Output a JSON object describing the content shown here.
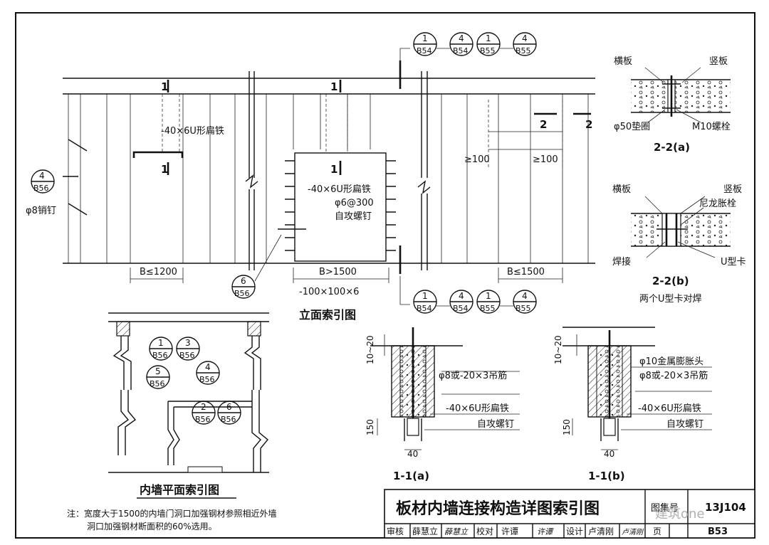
{
  "title_block": {
    "title": "板材内墙连接构造详图索引图",
    "atlas_label": "图集号",
    "atlas_no": "13J104",
    "page_label": "页",
    "page_no": "B53",
    "roles": [
      {
        "role": "审核",
        "name": "薛慧立",
        "sign": "薛慧立"
      },
      {
        "role": "校对",
        "name": "许谭",
        "sign": "许谭"
      },
      {
        "role": "设计",
        "name": "卢清刚",
        "sign": "卢清刚"
      }
    ],
    "watermark": "建筑one"
  },
  "elevation": {
    "caption": "立面索引图",
    "section_mark": "1",
    "section_mark_2": "2",
    "labels": {
      "u_iron_left": "-40×6U形扁铁",
      "pin_nail": "φ8销钉",
      "u_iron_center": "-40×6U形扁铁",
      "bolt_spacing": "φ6@300",
      "self_tap": "自攻螺钉",
      "angle_steel": "-100×100×6",
      "gap_left": "≥100",
      "gap_right": "≥100"
    },
    "dims": {
      "left": "B≤1200",
      "center": "B>1500",
      "right": "B≤1500"
    },
    "callouts": [
      {
        "num": "4",
        "sheet": "B56"
      },
      {
        "num": "6",
        "sheet": "B56"
      }
    ],
    "callout_groups": [
      [
        {
          "num": "1",
          "sheet": "B54"
        },
        {
          "num": "4",
          "sheet": "B54"
        },
        {
          "num": "1",
          "sheet": "B55"
        },
        {
          "num": "4",
          "sheet": "B55"
        }
      ],
      [
        {
          "num": "1",
          "sheet": "B54"
        },
        {
          "num": "4",
          "sheet": "B54"
        },
        {
          "num": "1",
          "sheet": "B55"
        },
        {
          "num": "4",
          "sheet": "B55"
        }
      ]
    ]
  },
  "section_22a": {
    "caption": "2-2(a)",
    "labels": {
      "h_board": "横板",
      "v_board": "竖板",
      "washer": "φ50垫圈",
      "bolt": "M10螺栓"
    }
  },
  "section_22b": {
    "caption": "2-2(b)",
    "subcaption": "两个U型卡对焊",
    "labels": {
      "h_board": "横板",
      "v_board": "竖板",
      "anchor": "尼龙胀栓",
      "weld": "焊接",
      "u_clip": "U型卡"
    }
  },
  "plan": {
    "caption": "内墙平面索引图",
    "callouts": [
      {
        "num": "1",
        "sheet": "B56"
      },
      {
        "num": "3",
        "sheet": "B56"
      },
      {
        "num": "5",
        "sheet": "B56"
      },
      {
        "num": "4",
        "sheet": "B56"
      },
      {
        "num": "2",
        "sheet": "B56"
      },
      {
        "num": "6",
        "sheet": "B56"
      }
    ]
  },
  "section_11a": {
    "caption": "1-1(a)",
    "dims": {
      "top": "10~20",
      "height": "150",
      "width": "40"
    },
    "labels": {
      "hanger": "φ8或-20×3吊筋",
      "u_iron": "-40×6U形扁铁",
      "screw": "自攻螺钉"
    }
  },
  "section_11b": {
    "caption": "1-1(b)",
    "dims": {
      "top": "10~20",
      "height": "150",
      "width": "40"
    },
    "labels": {
      "expansion": "φ10金属膨胀头",
      "hanger": "φ8或-20×3吊筋",
      "u_iron": "-40×6U形扁铁",
      "screw": "自攻螺钉"
    }
  },
  "note": {
    "line1": "注：宽度大于1500的内墙门洞口加强钢材参照相近外墙",
    "line2": "洞口加强钢材断面积的60%选用。"
  }
}
